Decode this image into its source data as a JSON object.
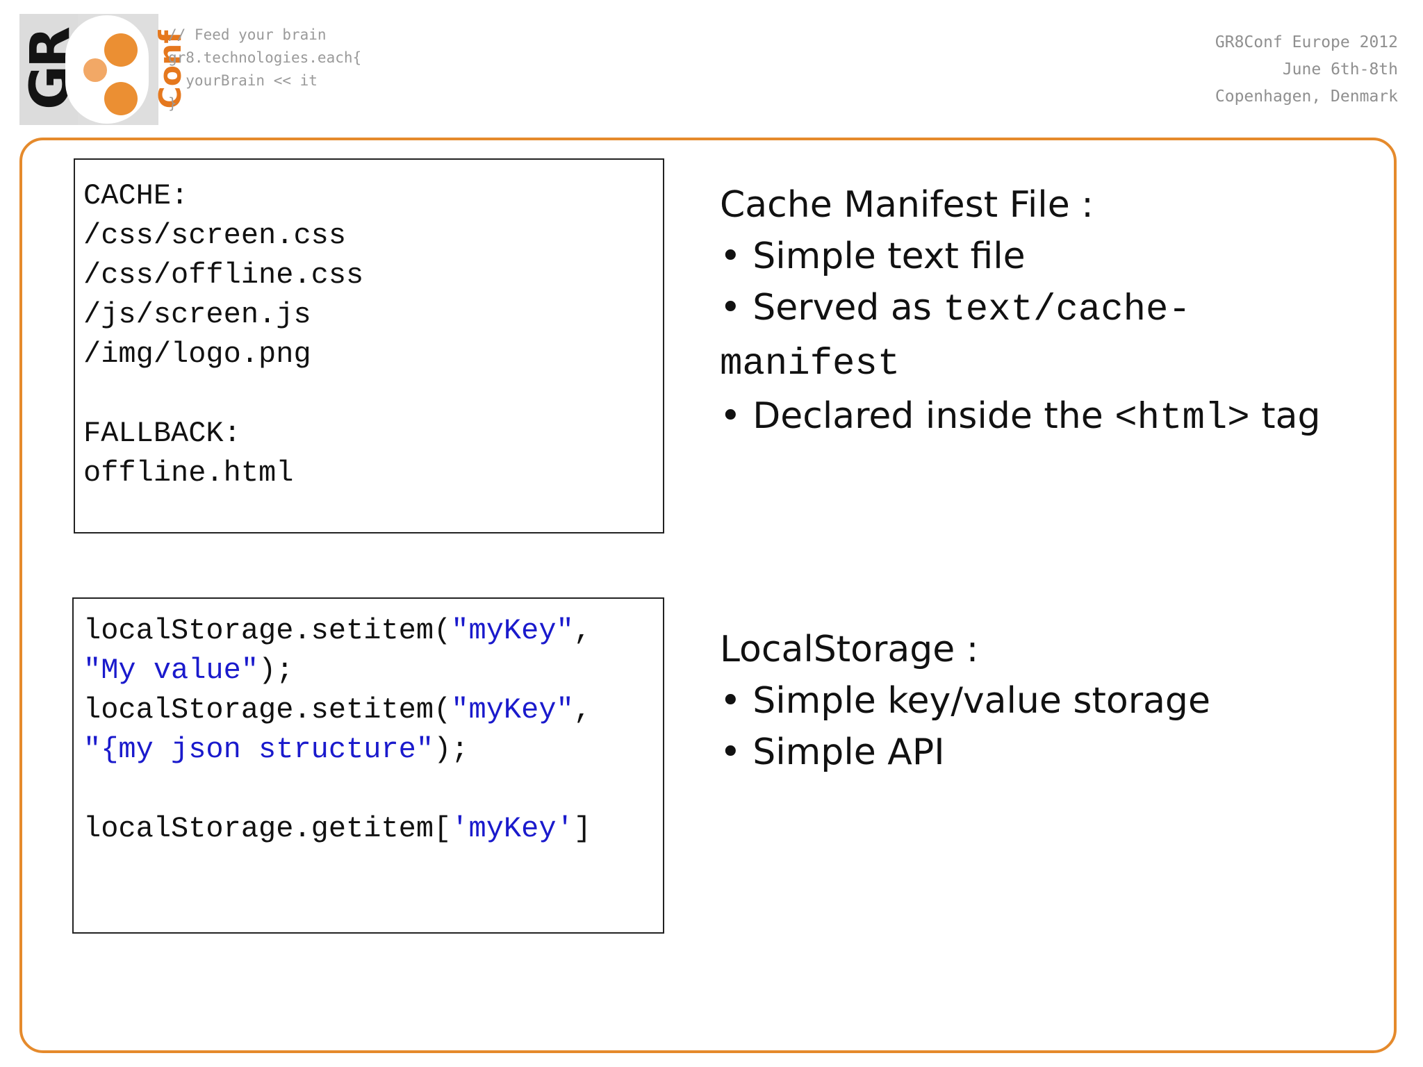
{
  "header": {
    "tagline": [
      "// Feed your brain",
      "gr8.technologies.each{",
      "  yourBrain << it",
      "}"
    ],
    "logo": {
      "gr": "GR",
      "conf": "Conf",
      "accent_color": "#e5781e"
    },
    "conference": {
      "name": "GR8Conf Europe 2012",
      "dates": "June 6th-8th",
      "location": "Copenhagen, Denmark"
    }
  },
  "frame_color": "#e58a2c",
  "manifest_code": {
    "section1_label": "CACHE:",
    "entries": [
      "/css/screen.css",
      "/css/offline.css",
      "/js/screen.js",
      "/img/logo.png"
    ],
    "section2_label": "FALLBACK:",
    "fallback": "offline.html"
  },
  "storage_code": {
    "line1_call": "localStorage.setitem(",
    "line1_key": "\"myKey\"",
    "line1_end": ",",
    "line2_value": "\"My value\"",
    "line2_end": ");",
    "line3_call": "localStorage.setitem(",
    "line3_key": "\"myKey\"",
    "line3_end": ",",
    "line4_value": "\"{my json structure\"",
    "line4_end": ");",
    "line5_call": "localStorage.getitem[",
    "line5_key": "'myKey'",
    "line5_end": "]",
    "string_color": "#1a1acc"
  },
  "manifest_text": {
    "heading": "Cache Manifest File :",
    "bullet1": "• Simple text file",
    "bullet2_prefix": "• Served as ",
    "bullet2_mono_a": "text/cache-",
    "bullet2_mono_b": "manifest",
    "bullet3_prefix": "• Declared inside the ",
    "bullet3_mono": "<html>",
    "bullet3_suffix": " tag"
  },
  "storage_text": {
    "heading": "LocalStorage :",
    "bullet1": "• Simple key/value storage",
    "bullet2": "• Simple API"
  }
}
